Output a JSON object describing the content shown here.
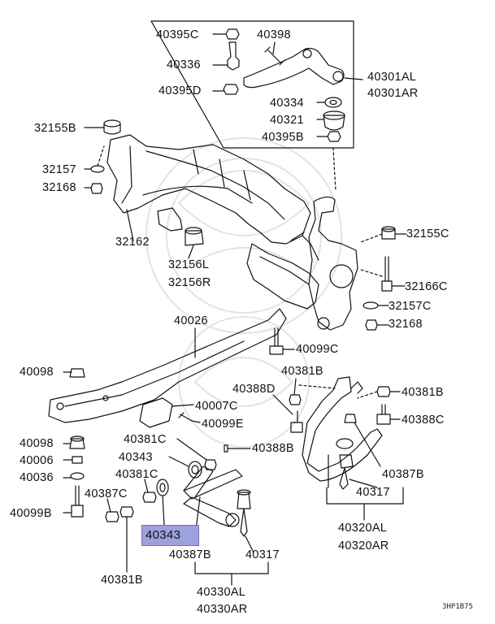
{
  "diagram": {
    "code": "3HP1B75",
    "highlighted_part": "40343",
    "highlight_color": "#9ea2dc",
    "line_color": "#111111",
    "watermark_color": "#e3e3e3"
  },
  "labels": {
    "p40395C": "40395C",
    "p40398": "40398",
    "p40336": "40336",
    "p40301AL": "40301AL",
    "p40301AR": "40301AR",
    "p40395D": "40395D",
    "p40334": "40334",
    "p40321": "40321",
    "p40395B": "40395B",
    "p32155B": "32155B",
    "p32157top": "32157",
    "p32168top": "32168",
    "p32162": "32162",
    "p32156L": "32156L",
    "p32156R": "32156R",
    "p32155C": "32155C",
    "p32166C": "32166C",
    "p32157C": "32157C",
    "p32168right": "32168",
    "p40026": "40026",
    "p40098top": "40098",
    "p40099C": "40099C",
    "p40381Btop": "40381B",
    "p40388D": "40388D",
    "p40381Bright": "40381B",
    "p40007C": "40007C",
    "p40388C": "40388C",
    "p40099E": "40099E",
    "p40098mid": "40098",
    "p40381Cmid": "40381C",
    "p40388B": "40388B",
    "p40006": "40006",
    "p40343mid": "40343",
    "p40036": "40036",
    "p40381Clow": "40381C",
    "p40387Bright": "40387B",
    "p40387C": "40387C",
    "p40317right": "40317",
    "p40099B": "40099B",
    "p40343hl": "40343",
    "p40387Blow": "40387B",
    "p40317low": "40317",
    "p40320AL": "40320AL",
    "p40320AR": "40320AR",
    "p40381Blow": "40381B",
    "p40330AL": "40330AL",
    "p40330AR": "40330AR"
  }
}
